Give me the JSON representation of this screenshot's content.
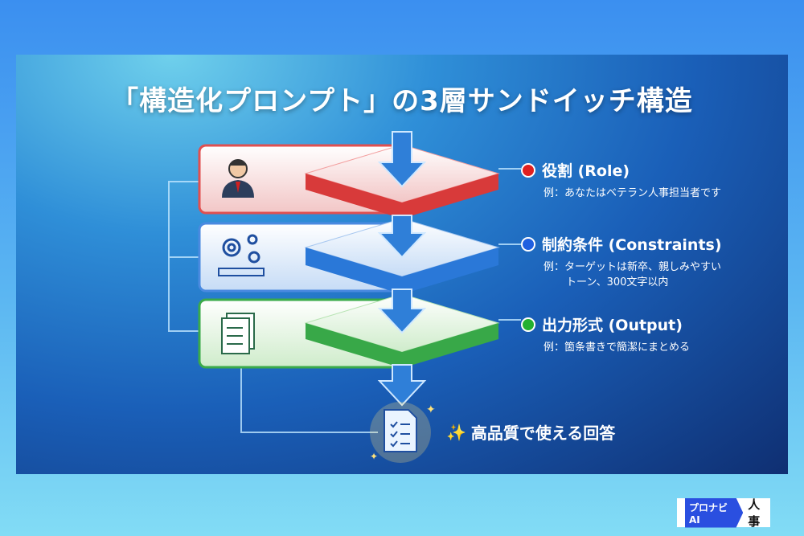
{
  "title": "「構造化プロンプト」の3層サンドイッチ構造",
  "layers": [
    {
      "heading": "役割 (Role)",
      "example": "例：あなたはベテラン人事担当者です",
      "color": "#e02020",
      "icon": "business-person-icon"
    },
    {
      "heading": "制約条件 (Constraints)",
      "example": "例：ターゲットは新卒、親しみやすい",
      "example2": "トーン、300文字以内",
      "color": "#1f5fe0",
      "icon": "gears-ruler-icon"
    },
    {
      "heading": "出力形式 (Output)",
      "example": "例：箇条書きで簡潔にまとめる",
      "color": "#22b030",
      "icon": "documents-list-icon"
    }
  ],
  "result": {
    "label": "高品質で使える回答",
    "icon": "checklist-document-icon"
  },
  "logo": {
    "badge": "プロナビAI",
    "text": "人事"
  }
}
